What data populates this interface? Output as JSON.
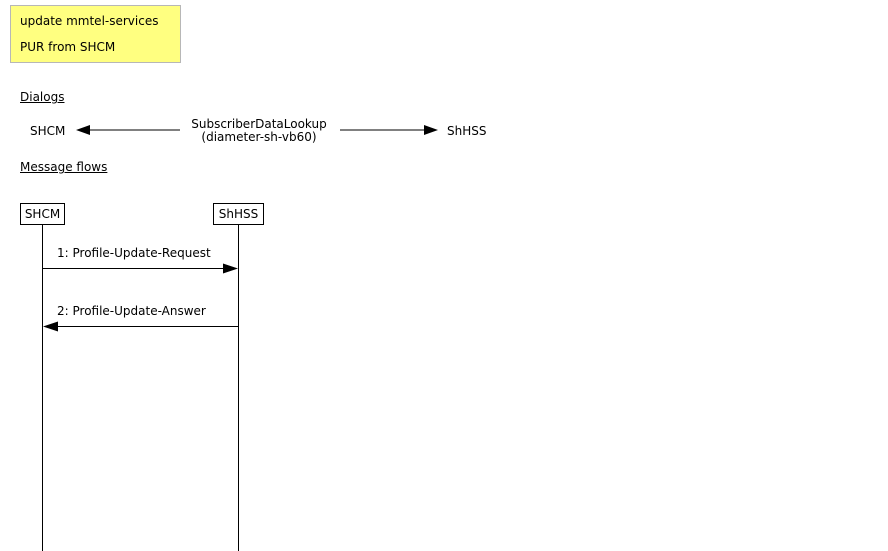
{
  "note": {
    "line1": "update mmtel-services",
    "line2": "PUR from SHCM"
  },
  "dialogs": {
    "heading": "Dialogs",
    "left": "SHCM",
    "right": "ShHSS",
    "label_line1": "SubscriberDataLookup",
    "label_line2": "(diameter-sh-vb60)"
  },
  "flows": {
    "heading": "Message flows",
    "actors": [
      "SHCM",
      "ShHSS"
    ],
    "messages": [
      {
        "label": "1: Profile-Update-Request",
        "from": "SHCM",
        "to": "ShHSS"
      },
      {
        "label": "2: Profile-Update-Answer",
        "from": "ShHSS",
        "to": "SHCM"
      }
    ]
  }
}
